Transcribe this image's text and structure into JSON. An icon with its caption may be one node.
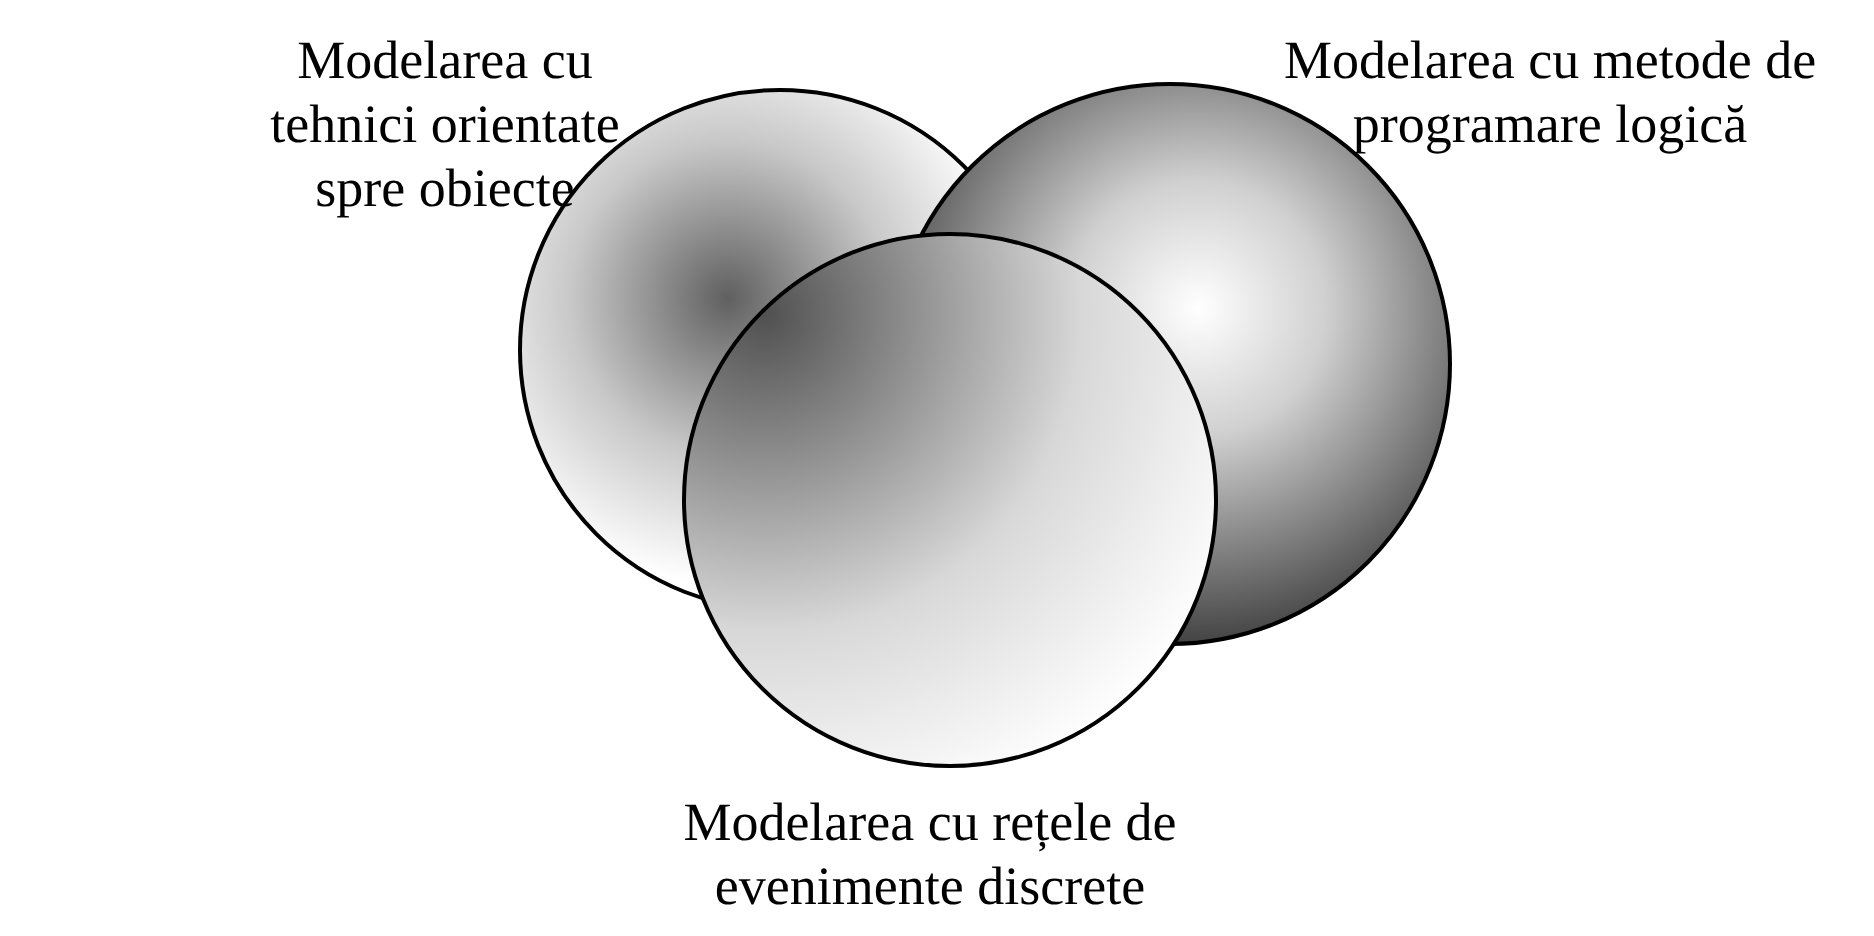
{
  "diagram": {
    "nodes": [
      {
        "text": [
          "Modelarea cu tehnici orientate spre obiecte"
        ]
      },
      {
        "text": [
          "Modelarea cu metode de programare logică"
        ]
      },
      {
        "text": [
          "Modelarea cu rețele de evenimente discrete"
        ]
      }
    ]
  }
}
